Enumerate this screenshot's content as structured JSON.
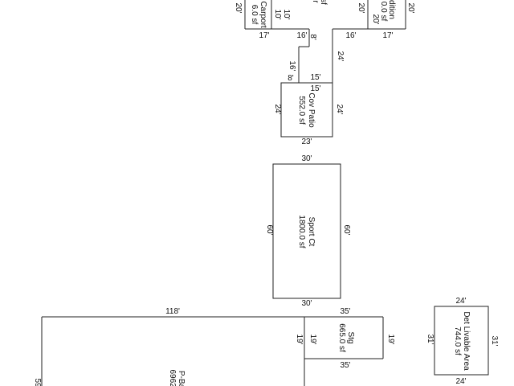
{
  "areas": {
    "carport": {
      "name": "Carport",
      "area": "6.0 sf",
      "extra_a": "10'",
      "extra_b": "10'"
    },
    "top_left_partial": {
      "name": "r",
      "area": "sf"
    },
    "addition": {
      "name": "dition",
      "area": "0.0 sf",
      "extra": "20'"
    },
    "cov_patio": {
      "name": "Cov Patio",
      "area": "552.0 sf"
    },
    "sport_ct": {
      "name": "Sport Ct",
      "area": "1800.0 sf"
    },
    "stg": {
      "name": "Stg",
      "area": "665.0 sf"
    },
    "det_livable": {
      "name": "Det Livable Area",
      "area": "744.0 sf"
    },
    "p_ba": {
      "name": "P-Ba",
      "area": "6962."
    }
  },
  "dims": {
    "d20_a": "20'",
    "d20_b": "20'",
    "d20_c": "20'",
    "d17_a": "17'",
    "d16_a": "16'",
    "d8_a": "8'",
    "d16_b": "16'",
    "d17_b": "17'",
    "d24_a": "24'",
    "d16_c": "16'",
    "d8_b": "8'",
    "d15_a": "15'",
    "d15_b": "15'",
    "d24_b": "24'",
    "d24_c": "24'",
    "d23": "23'",
    "d30_a": "30'",
    "d60_a": "60'",
    "d60_b": "60'",
    "d30_b": "30'",
    "d118": "118'",
    "d35_a": "35'",
    "d19_a": "19'",
    "d19_b": "19'",
    "d35_b": "35'",
    "d24_d": "24'",
    "d31_a": "31'",
    "d31_b": "31'",
    "d24_e": "24'",
    "d59": "59"
  }
}
